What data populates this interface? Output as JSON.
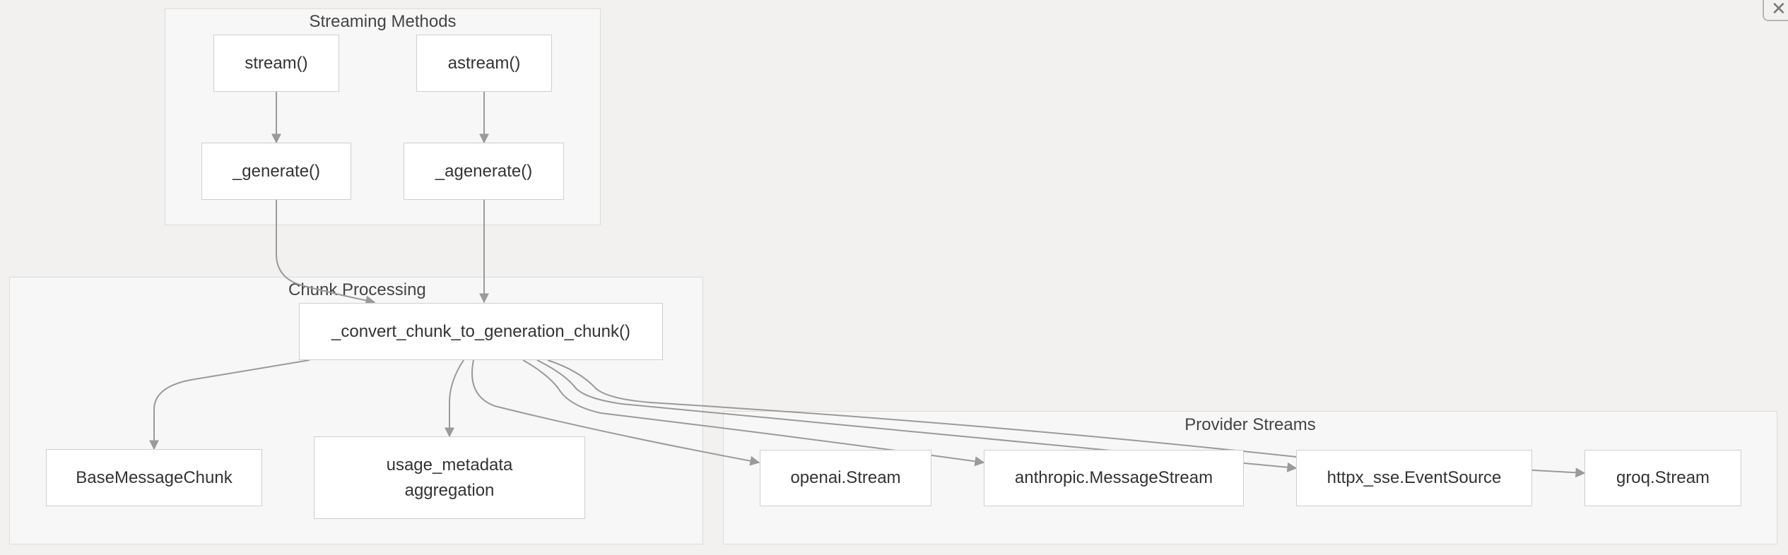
{
  "clusters": {
    "streaming_methods": {
      "label": "Streaming Methods"
    },
    "chunk_processing": {
      "label": "Chunk Processing"
    },
    "provider_streams": {
      "label": "Provider Streams"
    }
  },
  "nodes": {
    "stream": "stream()",
    "astream": "astream()",
    "generate": "_generate()",
    "agenerate": "_agenerate()",
    "convert_chunk": "_convert_chunk_to_generation_chunk()",
    "base_message_chunk": "BaseMessageChunk",
    "usage_metadata_line1": "usage_metadata",
    "usage_metadata_line2": "aggregation",
    "openai_stream": "openai.Stream",
    "anthropic_stream": "anthropic.MessageStream",
    "httpx_sse": "httpx_sse.EventSource",
    "groq_stream": "groq.Stream"
  },
  "icons": {
    "close": "close-icon"
  },
  "colors": {
    "background": "#f2f1f0",
    "cluster_fill": "#f7f7f7",
    "node_fill": "#ffffff",
    "edge": "#9a9a9a"
  }
}
